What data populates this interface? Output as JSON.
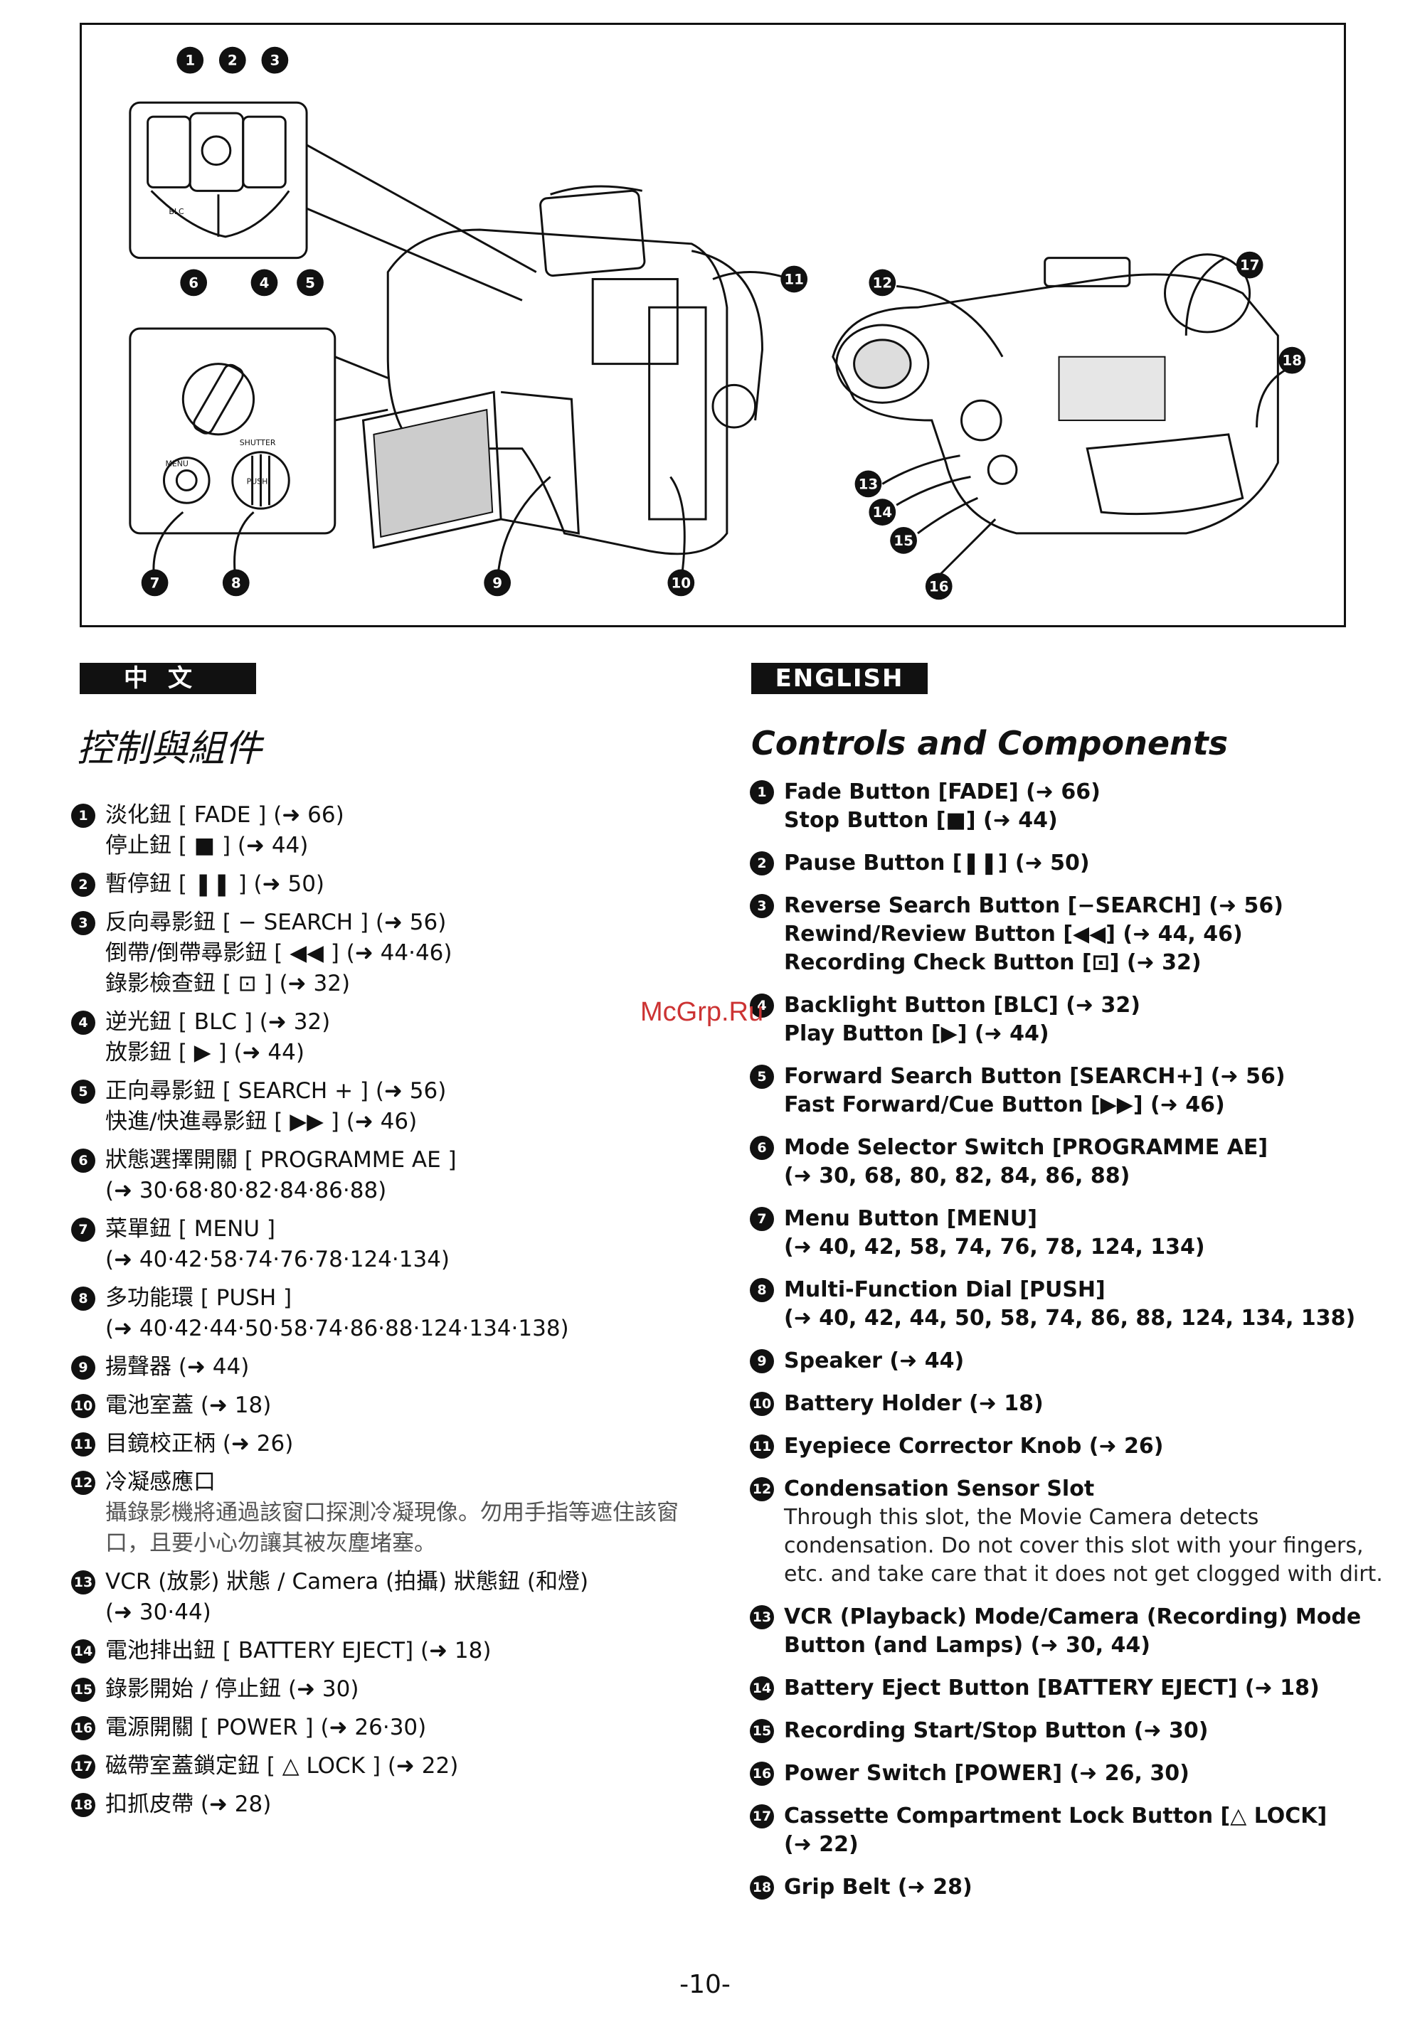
{
  "figure": {
    "callouts": [
      "1",
      "2",
      "3",
      "4",
      "5",
      "6",
      "7",
      "8",
      "9",
      "10",
      "11",
      "12",
      "13",
      "14",
      "15",
      "16",
      "17",
      "18"
    ],
    "panel_labels": {
      "menu": "MENU",
      "shutter": "SHUTTER",
      "push": "PUSH",
      "blc": "BLC"
    }
  },
  "chinese": {
    "tag": "中文",
    "title": "控制與組件",
    "items": [
      {
        "n": "1",
        "lines": [
          "淡化鈕 [ FADE ] (➜ 66)",
          "停止鈕 [ ■ ] (➜ 44)"
        ]
      },
      {
        "n": "2",
        "lines": [
          "暫停鈕 [ ❚❚ ] (➜ 50)"
        ]
      },
      {
        "n": "3",
        "lines": [
          "反向尋影鈕 [ − SEARCH ] (➜ 56)",
          "倒帶/倒帶尋影鈕 [ ◀◀ ] (➜ 44·46)",
          "錄影檢查鈕 [ ⊡ ] (➜ 32)"
        ]
      },
      {
        "n": "4",
        "lines": [
          "逆光鈕 [ BLC ] (➜ 32)",
          "放影鈕 [ ▶ ] (➜ 44)"
        ]
      },
      {
        "n": "5",
        "lines": [
          "正向尋影鈕 [ SEARCH + ] (➜ 56)",
          "快進/快進尋影鈕 [ ▶▶ ] (➜ 46)"
        ]
      },
      {
        "n": "6",
        "lines": [
          "狀態選擇開關 [ PROGRAMME AE ]",
          "(➜ 30·68·80·82·84·86·88)"
        ]
      },
      {
        "n": "7",
        "lines": [
          "菜單鈕 [ MENU ]",
          "(➜ 40·42·58·74·76·78·124·134)"
        ]
      },
      {
        "n": "8",
        "lines": [
          "多功能環 [ PUSH ]",
          "(➜ 40·42·44·50·58·74·86·88·124·134·138)"
        ]
      },
      {
        "n": "9",
        "lines": [
          "揚聲器 (➜ 44)"
        ]
      },
      {
        "n": "10",
        "lines": [
          "電池室蓋 (➜ 18)"
        ]
      },
      {
        "n": "11",
        "lines": [
          "目鏡校正柄 (➜ 26)"
        ]
      },
      {
        "n": "12",
        "lines": [
          "冷凝感應口"
        ],
        "desc": "攝錄影機將通過該窗口探測冷凝現像。勿用手指等遮住該窗口，且要小心勿讓其被灰塵堵塞。"
      },
      {
        "n": "13",
        "lines": [
          "VCR (放影) 狀態 / Camera (拍攝) 狀態鈕 (和燈)",
          "(➜ 30·44)"
        ]
      },
      {
        "n": "14",
        "lines": [
          "電池排出鈕 [ BATTERY EJECT] (➜ 18)"
        ]
      },
      {
        "n": "15",
        "lines": [
          "錄影開始 / 停止鈕 (➜ 30)"
        ]
      },
      {
        "n": "16",
        "lines": [
          "電源開關 [ POWER ] (➜ 26·30)"
        ]
      },
      {
        "n": "17",
        "lines": [
          "磁帶室蓋鎖定鈕 [ △ LOCK ] (➜ 22)"
        ]
      },
      {
        "n": "18",
        "lines": [
          "扣抓皮帶 (➜ 28)"
        ]
      }
    ]
  },
  "english": {
    "tag": "ENGLISH",
    "title": "Controls and Components",
    "items": [
      {
        "n": "1",
        "lines": [
          "Fade Button [FADE] (➜ 66)",
          "Stop Button [■] (➜ 44)"
        ]
      },
      {
        "n": "2",
        "lines": [
          "Pause Button [❚❚] (➜ 50)"
        ]
      },
      {
        "n": "3",
        "lines": [
          "Reverse Search Button [−SEARCH] (➜ 56)",
          "Rewind/Review Button [◀◀] (➜ 44, 46)",
          "Recording Check Button [⊡] (➜ 32)"
        ]
      },
      {
        "n": "4",
        "lines": [
          "Backlight Button [BLC] (➜ 32)",
          "Play Button [▶] (➜ 44)"
        ]
      },
      {
        "n": "5",
        "lines": [
          "Forward Search Button [SEARCH+] (➜ 56)",
          "Fast Forward/Cue Button [▶▶] (➜ 46)"
        ]
      },
      {
        "n": "6",
        "lines": [
          "Mode Selector Switch [PROGRAMME AE]",
          "(➜ 30, 68, 80, 82, 84, 86, 88)"
        ]
      },
      {
        "n": "7",
        "lines": [
          "Menu Button [MENU]",
          "(➜ 40, 42, 58, 74, 76, 78, 124, 134)"
        ]
      },
      {
        "n": "8",
        "lines": [
          "Multi-Function Dial [PUSH]",
          "(➜ 40, 42, 44, 50, 58, 74, 86, 88, 124, 134, 138)"
        ]
      },
      {
        "n": "9",
        "lines": [
          "Speaker (➜ 44)"
        ]
      },
      {
        "n": "10",
        "lines": [
          "Battery Holder (➜ 18)"
        ]
      },
      {
        "n": "11",
        "lines": [
          "Eyepiece Corrector Knob (➜ 26)"
        ]
      },
      {
        "n": "12",
        "lines": [
          "Condensation Sensor Slot"
        ],
        "desc": "Through this slot, the Movie Camera detects condensation. Do not cover this slot with your fingers, etc. and take care that it does not get clogged with dirt."
      },
      {
        "n": "13",
        "lines": [
          "VCR (Playback) Mode/Camera (Recording) Mode",
          "Button (and Lamps) (➜ 30, 44)"
        ]
      },
      {
        "n": "14",
        "lines": [
          "Battery Eject Button [BATTERY EJECT] (➜ 18)"
        ]
      },
      {
        "n": "15",
        "lines": [
          "Recording Start/Stop Button (➜ 30)"
        ]
      },
      {
        "n": "16",
        "lines": [
          "Power Switch [POWER] (➜ 26, 30)"
        ]
      },
      {
        "n": "17",
        "lines": [
          "Cassette Compartment Lock Button [△ LOCK]",
          "(➜ 22)"
        ]
      },
      {
        "n": "18",
        "lines": [
          "Grip Belt (➜ 28)"
        ]
      }
    ]
  },
  "watermark": "McGrp.Ru",
  "page_number": "-10-"
}
